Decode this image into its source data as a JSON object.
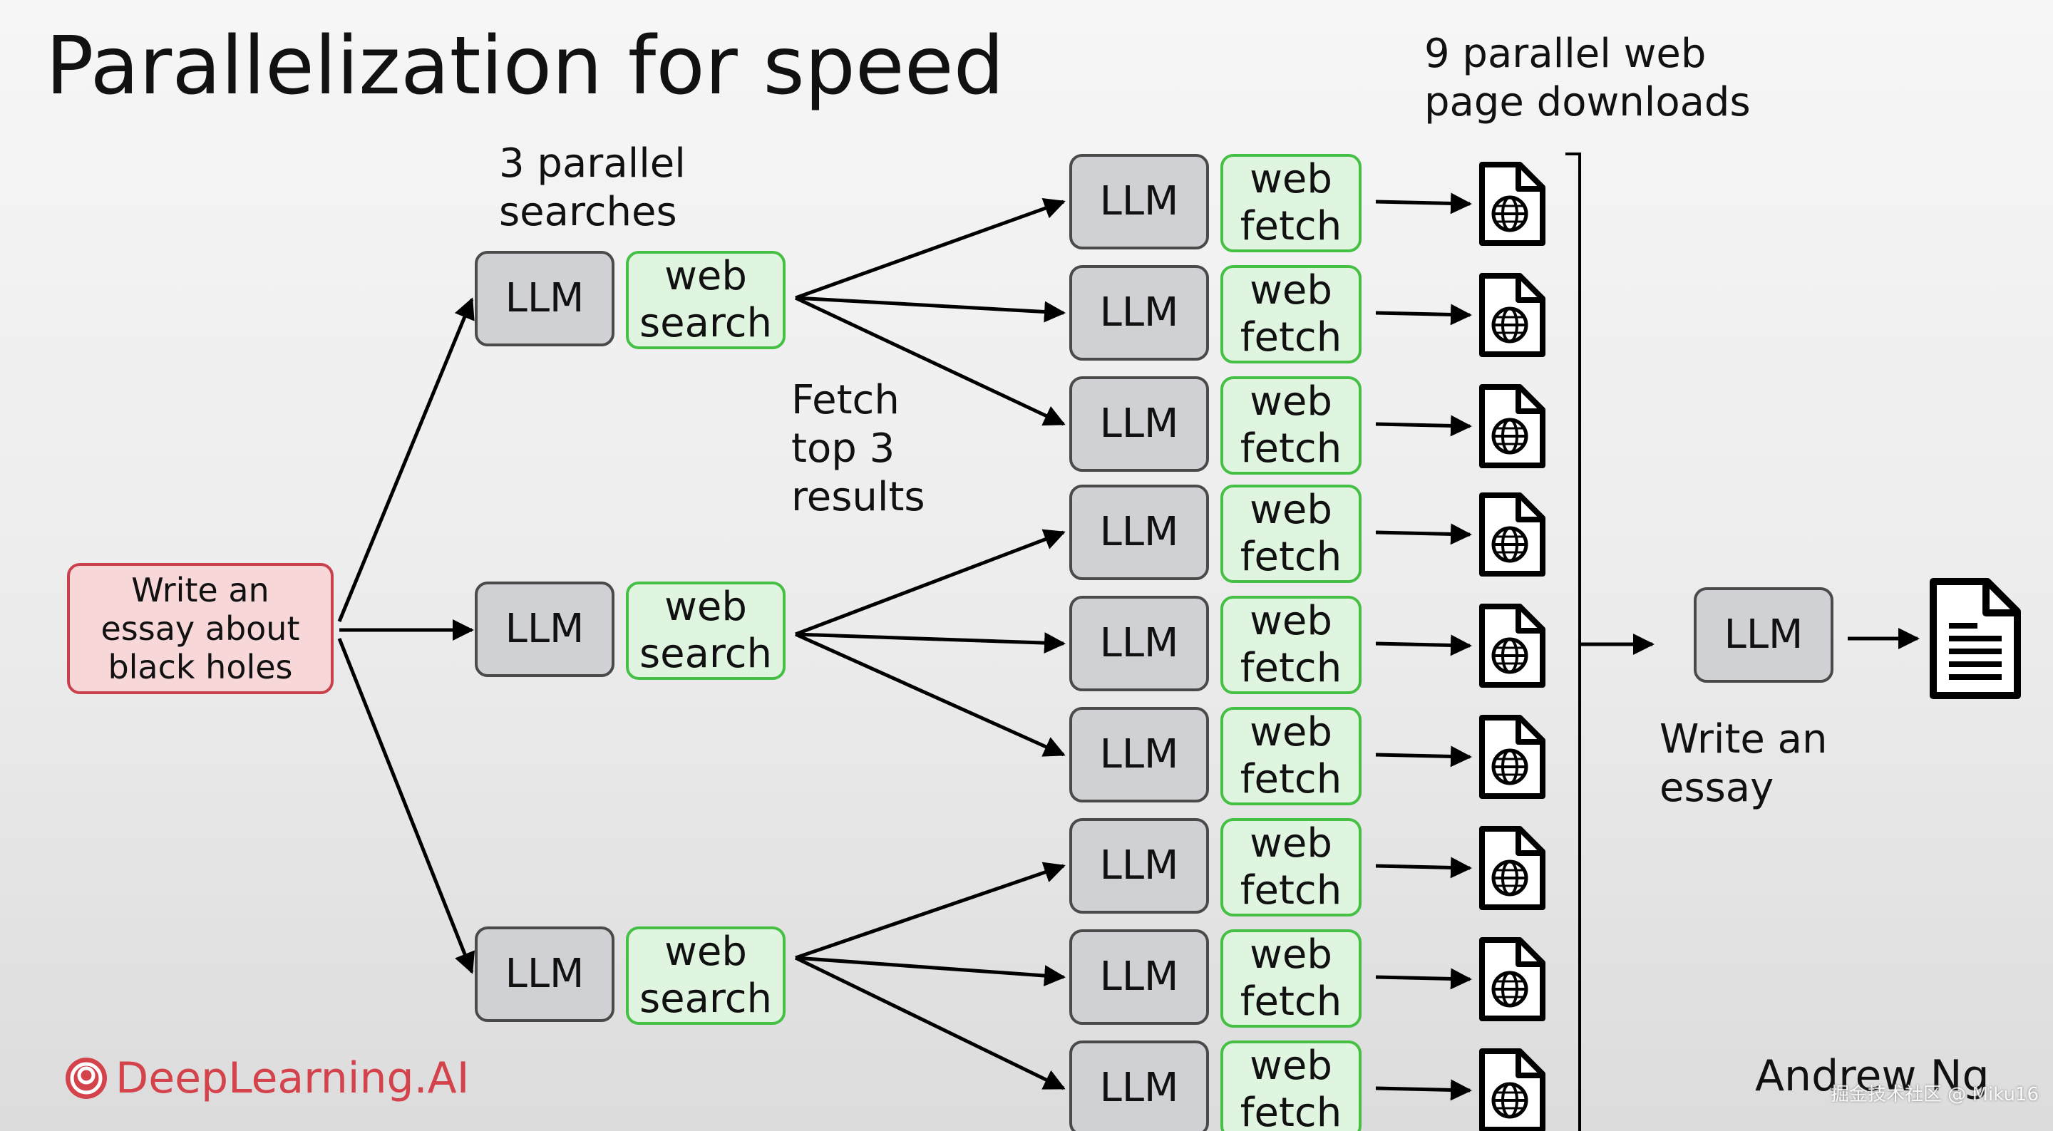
{
  "title": "Parallelization for speed",
  "labels": {
    "searches": "3 parallel\nsearches",
    "fetch": "Fetch\ntop 3\nresults",
    "downloads": "9 parallel web\npage downloads",
    "write": "Write an\nessay"
  },
  "start": {
    "text": "Write an\nessay about\nblack holes"
  },
  "llm_label": "LLM",
  "searches": [
    {
      "llm": "LLM",
      "tool": "web\nsearch"
    },
    {
      "llm": "LLM",
      "tool": "web\nsearch"
    },
    {
      "llm": "LLM",
      "tool": "web\nsearch"
    }
  ],
  "fetches": [
    {
      "llm": "LLM",
      "tool": "web\nfetch"
    },
    {
      "llm": "LLM",
      "tool": "web\nfetch"
    },
    {
      "llm": "LLM",
      "tool": "web\nfetch"
    },
    {
      "llm": "LLM",
      "tool": "web\nfetch"
    },
    {
      "llm": "LLM",
      "tool": "web\nfetch"
    },
    {
      "llm": "LLM",
      "tool": "web\nfetch"
    },
    {
      "llm": "LLM",
      "tool": "web\nfetch"
    },
    {
      "llm": "LLM",
      "tool": "web\nfetch"
    },
    {
      "llm": "LLM",
      "tool": "web\nfetch"
    }
  ],
  "final": {
    "llm": "LLM"
  },
  "brand": "DeepLearning.AI",
  "author": "Andrew Ng",
  "watermark": "掘金技术社区 @ Miku16",
  "colors": {
    "llm_fill": "#cfd1d5",
    "llm_border": "#4a4a4a",
    "tool_fill": "#dff5df",
    "tool_border": "#45c045",
    "start_fill": "#f8d7d9",
    "start_border": "#c9414c",
    "brand": "#d4424b"
  },
  "icons": {
    "web_page": "web-page-icon",
    "document": "document-icon",
    "brand": "deeplearning-logo-icon"
  }
}
